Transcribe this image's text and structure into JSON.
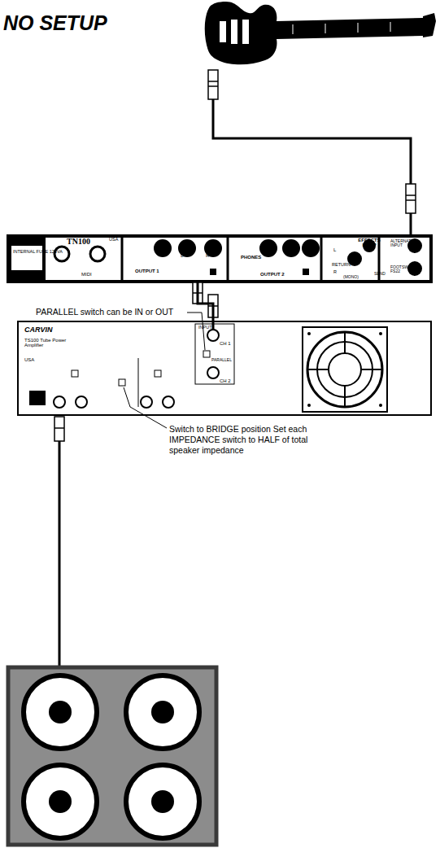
{
  "diagram": {
    "title": "NO SETUP",
    "nodes": [
      {
        "text": [
          "INTERNAL FUSE 125VA",
          "TN100",
          "MIDI",
          "USA",
          "OUTPUT 1",
          "L",
          "R",
          "PHONES",
          "OUTPUT 2",
          "EFFECTS LOOP",
          "L",
          "RETURN",
          "R",
          "(MONO)",
          "SEND",
          "ALTERNATE INPUT",
          "FOOTSWITCH FS22"
        ]
      },
      {
        "text": [
          "CARVIN",
          "TS100 Tube Power Amplifier",
          "USA",
          "INPUT",
          "CH 1",
          "CH 2",
          "PARALLEL"
        ]
      }
    ],
    "edges": [
      {
        "from": 0,
        "to": 1,
        "arrow": "none"
      }
    ],
    "labels": [
      "PARALLEL switch can be IN or OUT",
      "Switch to BRIDGE position Set each IMPEDANCE switch to HALF of total speaker impedance"
    ]
  }
}
